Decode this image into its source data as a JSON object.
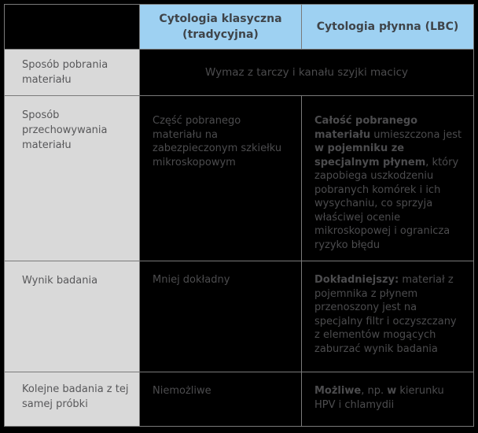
{
  "chart_data": {
    "type": "table",
    "title": "Porównanie cytologii klasycznej i płynnej",
    "columns": {
      "classic": "Cytologia klasyczna (tradycyjna)",
      "lbc": "Cytologia płynna (LBC)"
    },
    "rows": [
      {
        "label": "Sposób pobrania materiału",
        "merged": "Wymaz z tarczy i kanału szyjki macicy"
      },
      {
        "label": "Sposób przechowywania materiału",
        "classic": "Część pobranego materiału na zabezpieczonym szkiełku mikroskopowym",
        "lbc": [
          {
            "t": "Całość pobranego materiału",
            "b": true
          },
          {
            "t": " umieszczona jest ",
            "b": false
          },
          {
            "t": "w pojemniku ze specjalnym płynem",
            "b": true
          },
          {
            "t": ", który zapobiega uszkodzeniu pobranych komórek i ich wysychaniu, co sprzyja właściwej ocenie mikroskopowej i ogranicza ryzyko błędu",
            "b": false
          }
        ]
      },
      {
        "label": "Wynik badania",
        "classic": "Mniej dokładny",
        "lbc": [
          {
            "t": "Dokładniejszy:",
            "b": true
          },
          {
            "t": " materiał z pojemnika z płynem przenoszony jest na specjalny filtr i oczyszczany z elementów mogących zaburzać wynik badania",
            "b": false
          }
        ]
      },
      {
        "label": "Kolejne badania z tej samej próbki",
        "classic": "Niemożliwe",
        "lbc": [
          {
            "t": "Możliwe",
            "b": true
          },
          {
            "t": ", np. ",
            "b": false
          },
          {
            "t": "w",
            "b": true
          },
          {
            "t": " kierunku HPV i chlamydii",
            "b": false
          }
        ]
      }
    ]
  },
  "colors": {
    "background": "#000000",
    "grid_line": "#7a7a7a",
    "header_bg": "#9ed1f2",
    "label_bg": "#d9d9d9",
    "header_text": "#3f4449",
    "label_text": "#58585a",
    "body_text": "#4c4c4e"
  }
}
